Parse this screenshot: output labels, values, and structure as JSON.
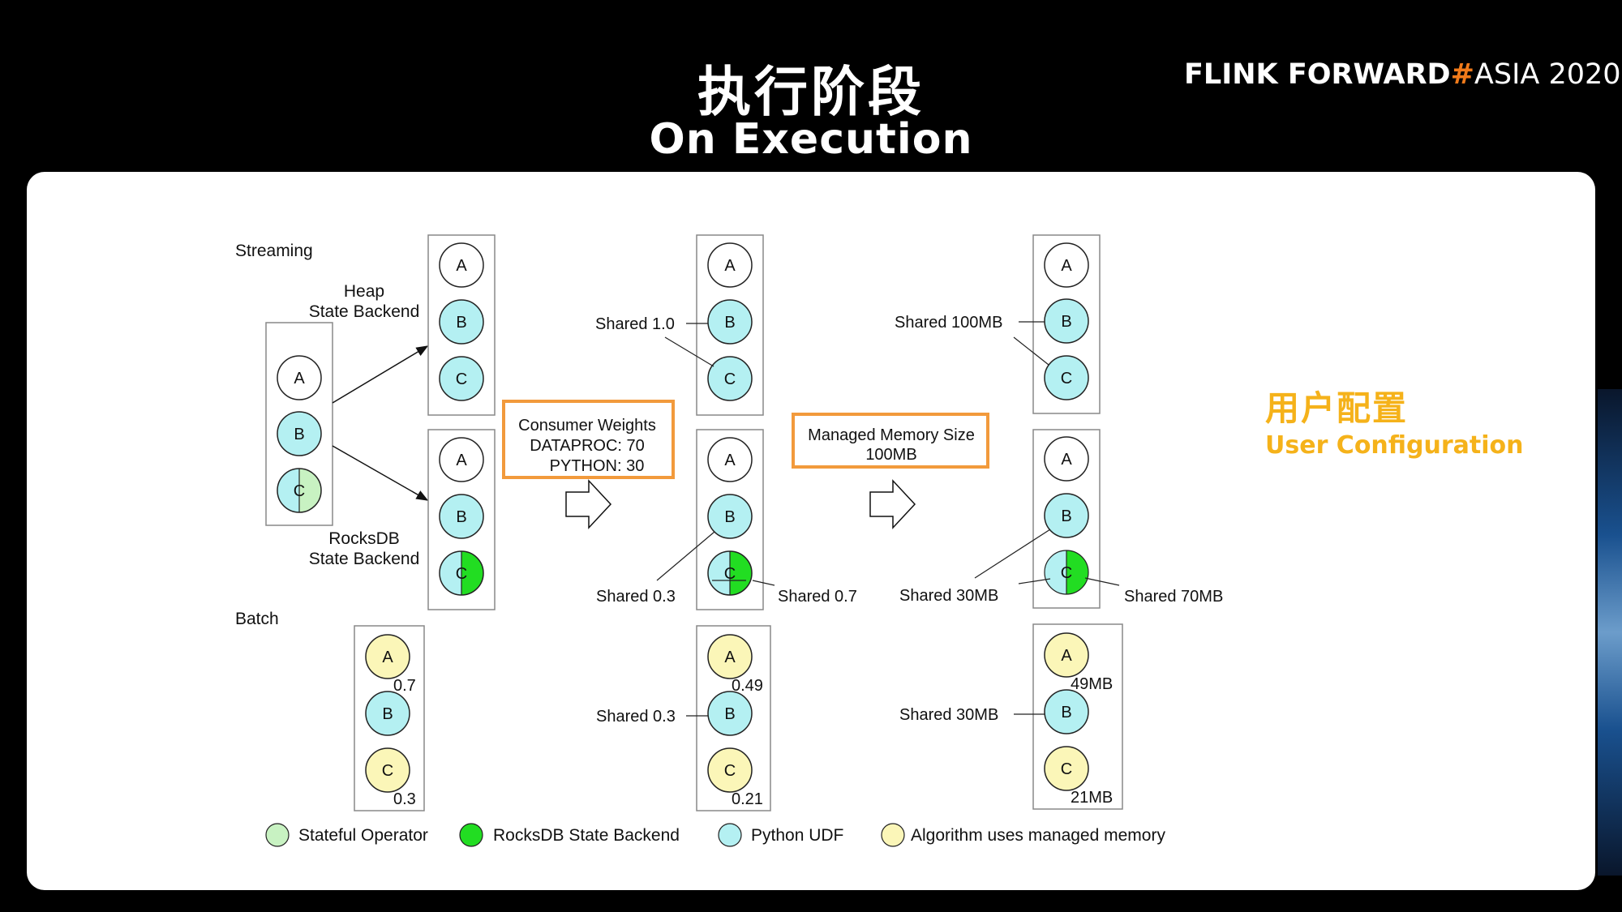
{
  "header": {
    "title_zh": "执行阶段",
    "title_en": "On Execution",
    "brand_main": "FLINK FORWARD",
    "brand_hash": "#",
    "brand_suffix": "ASIA 2020"
  },
  "side": {
    "user_config_zh": "用户配置",
    "user_config_en": "User Configuration"
  },
  "labels": {
    "streaming": "Streaming",
    "batch": "Batch",
    "heap_1": "Heap",
    "heap_2": "State Backend",
    "rocks_1": "RocksDB",
    "rocks_2": "State Backend"
  },
  "boxes": {
    "consumer_weights_1": "Consumer Weights",
    "consumer_weights_2": "DATAPROC: 70",
    "consumer_weights_3": "PYTHON: 30",
    "managed_memory_1": "Managed Memory Size",
    "managed_memory_2": "100MB"
  },
  "nodes": {
    "a": "A",
    "b": "B",
    "c": "C"
  },
  "annotations": {
    "shared_1_0": "Shared 1.0",
    "shared_0_3": "Shared 0.3",
    "shared_0_7": "Shared 0.7",
    "shared_0_3_batch": "Shared 0.3",
    "w_07": "0.7",
    "w_03": "0.3",
    "w_049": "0.49",
    "w_021": "0.21",
    "shared_100mb": "Shared 100MB",
    "shared_30mb": "Shared 30MB",
    "shared_70mb": "Shared 70MB",
    "shared_30mb_batch": "Shared 30MB",
    "m_49": "49MB",
    "m_21": "21MB"
  },
  "legend": [
    {
      "label": "Stateful Operator",
      "color": "#c8f2c2"
    },
    {
      "label": "RocksDB State Backend",
      "color": "#22dd22"
    },
    {
      "label": "Python UDF",
      "color": "#b4f0f2"
    },
    {
      "label": "Algorithm uses managed memory",
      "color": "#fbf6b8"
    }
  ],
  "colors": {
    "python_udf": "#b4f0f2",
    "stateful": "#c8f2c2",
    "rocksdb": "#22dd22",
    "managed": "#fbf6b8",
    "accent_orange": "#f29a3c",
    "user_config": "#f5b21a"
  }
}
